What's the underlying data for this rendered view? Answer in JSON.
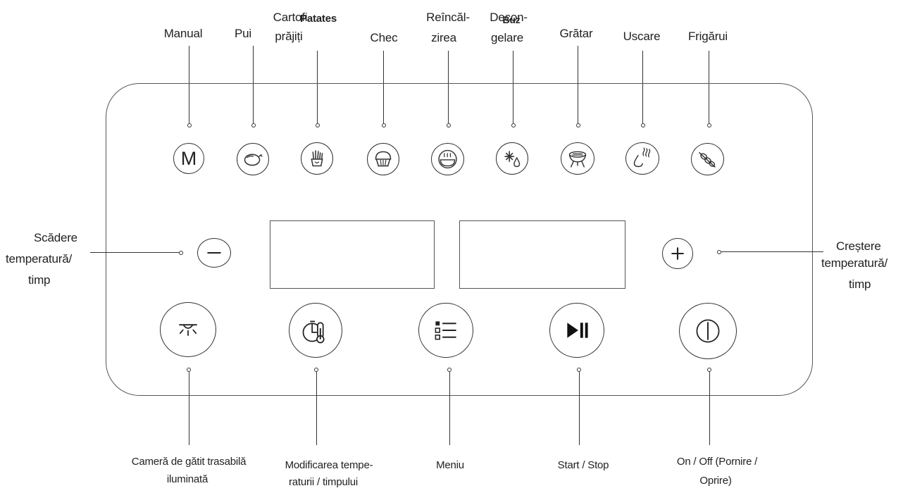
{
  "labels": {
    "manual": "Manual",
    "chicken": "Pui",
    "fries_line1": "Cartofi",
    "fries_line2": "prăjiți",
    "fries_overlay": "Patates",
    "cake": "Chec",
    "reheat_line1": "Reîncăl-",
    "reheat_line2": "zirea",
    "defrost_line1": "Decon-",
    "defrost_line2": "gelare",
    "defrost_overlay": "Buz",
    "grill": "Grătar",
    "dry": "Uscare",
    "skewers": "Frigărui",
    "decrease_line1": "Scădere",
    "decrease_line2": "temperatură/",
    "decrease_line3": "timp",
    "increase_line1": "Creștere",
    "increase_line2": "temperatură/",
    "increase_line3": "timp",
    "light_line1": "Cameră de gătit trasabilă",
    "light_line2": "iluminată",
    "modify_line1": "Modificarea tempe-",
    "modify_line2": "raturii / timpului",
    "menu": "Meniu",
    "start_stop": "Start / Stop",
    "power_line1": "On / Off (Pornire /",
    "power_line2": "Oprire)"
  },
  "buttons": {
    "manual_glyph": "M",
    "icons": [
      "letter-m-icon",
      "chicken-icon",
      "fries-icon",
      "cake-icon",
      "reheat-icon",
      "defrost-icon",
      "grill-icon",
      "dry-icon",
      "skewer-icon",
      "minus-icon",
      "plus-icon",
      "light-icon",
      "timer-thermometer-icon",
      "menu-list-icon",
      "play-pause-icon",
      "power-icon"
    ]
  }
}
